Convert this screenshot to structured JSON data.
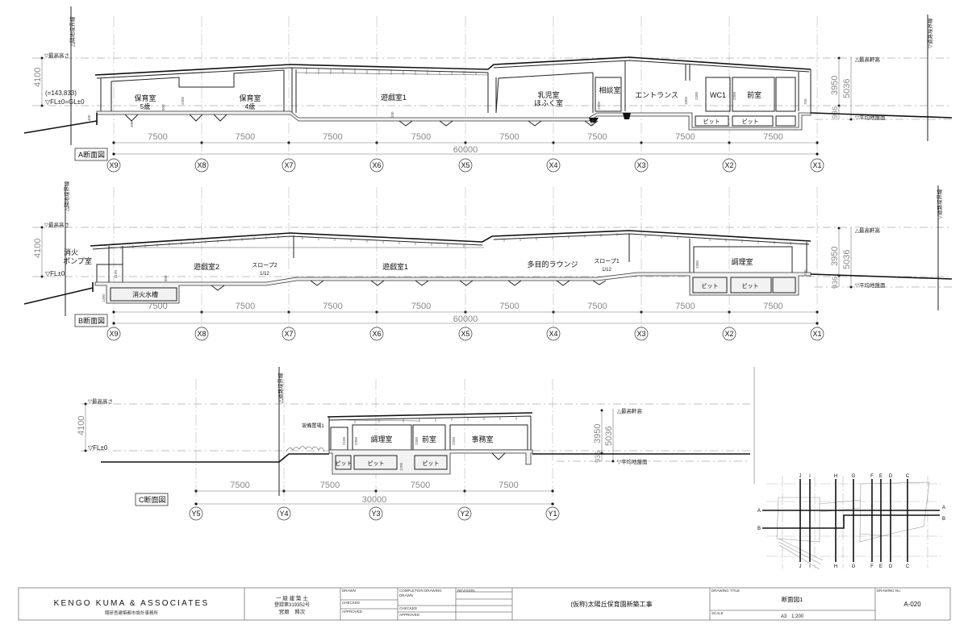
{
  "boundary_labels": {
    "adjacent": "△隣地境界線",
    "road": "▽道路境界線",
    "road_c": "△道路境界線"
  },
  "section_a": {
    "label": "A断面図",
    "grid": [
      "X9",
      "X8",
      "X7",
      "X6",
      "X5",
      "X4",
      "X3",
      "X2",
      "X1"
    ],
    "spans": [
      "7500",
      "7500",
      "7500",
      "7500",
      "7500",
      "7500",
      "7500",
      "7500"
    ],
    "total": "60000",
    "levels": {
      "max_height": "▽最高高さ",
      "height_dim": "4100",
      "elevation": "(=143.833)",
      "fl": "▽FL±0=GL±0",
      "eaves": "△最高軒高",
      "eaves_dim": "3950",
      "total_dim": "5036",
      "ground_dim": "936",
      "avg_ground": "▽平均地盤面"
    },
    "rooms": [
      "保育室",
      "5歳",
      "保育室",
      "4歳",
      "遊戯室1",
      "乳児室",
      "ほふく室",
      "相談室",
      "エントランス",
      "WC1",
      "前室",
      "ピット",
      "ピット"
    ],
    "small_dims": [
      "400",
      "200",
      "2300",
      "200",
      "800",
      "200",
      "1800",
      "2300",
      "2300",
      "2300",
      "750"
    ]
  },
  "section_b": {
    "label": "B断面図",
    "grid": [
      "X9",
      "X8",
      "X7",
      "X6",
      "X5",
      "X4",
      "X3",
      "X2",
      "X1"
    ],
    "spans": [
      "7500",
      "7500",
      "7500",
      "7500",
      "7500",
      "7500",
      "7500",
      "7500"
    ],
    "total": "60000",
    "levels": {
      "max_height": "▽最高高さ",
      "height_dim": "4100",
      "fl": "▽FL±0",
      "eaves": "△最高軒高",
      "eaves_dim": "3950",
      "total_dim": "5036",
      "ground_dim": "936",
      "avg_ground": "▽平均地盤面"
    },
    "rooms": [
      "消火",
      "ポンプ室",
      "遊戯室2",
      "スロープ2",
      "1/12",
      "遊戯室1",
      "多目的ラウンジ",
      "スロープ1",
      "1/12",
      "調理室",
      "ピット",
      "ピット",
      "消火水槽"
    ],
    "small_dims": [
      "2100",
      "800",
      "1200",
      "2300",
      "750"
    ]
  },
  "section_c": {
    "label": "C断面図",
    "grid": [
      "Y5",
      "Y4",
      "Y3",
      "Y2",
      "Y1"
    ],
    "spans": [
      "7500",
      "7500",
      "7500",
      "7500"
    ],
    "total": "30000",
    "levels": {
      "max_height": "▽最高高さ",
      "height_dim": "4100",
      "fl": "▽FL±0",
      "eaves": "△最高軒高",
      "eaves_dim": "3950",
      "total_dim": "5036",
      "ground_dim": "936",
      "avg_ground": "▽平均地盤面"
    },
    "rooms": [
      "設備置場1",
      "調理室",
      "前室",
      "事務室",
      "ピット",
      "ピット",
      "ピット"
    ],
    "small_dims": [
      "2100",
      "2300",
      "2300",
      "2300",
      "1200"
    ]
  },
  "key_plan": {
    "top": [
      "J",
      "I",
      "H",
      "G",
      "F",
      "E",
      "D",
      "C"
    ],
    "bottom": [
      "J",
      "I",
      "H",
      "G",
      "F",
      "E",
      "D",
      "C"
    ],
    "sections": {
      "a_left": "A",
      "b_left": "B",
      "a_right": "A",
      "b_right": "B"
    }
  },
  "title_block": {
    "firm": "KENGO KUMA & ASSOCIATES",
    "firm_sub": "隈研吾建築都市設計事務所",
    "license_1": "一 級 建 築 士",
    "license_2": "登録第319352号",
    "license_3": "宮原　賢次",
    "drawn": "DRAWN",
    "checked": "CHECKED",
    "approved": "APPROVED",
    "completion": "COMPLETION DRAWING",
    "completion_drawn": "DRAWN",
    "completion_checked": "CHECKED",
    "completion_approved": "APPROVED",
    "revision": "REVISION",
    "project": "(仮称)太陽丘保育園新築工事",
    "drawing_title_label": "DRAWING TITLE",
    "drawing_title": "断面図1",
    "scale_label": "SCALE",
    "scale": "A3　1:200",
    "drawing_no_label": "DRAWING No.",
    "drawing_no": "A-020"
  }
}
